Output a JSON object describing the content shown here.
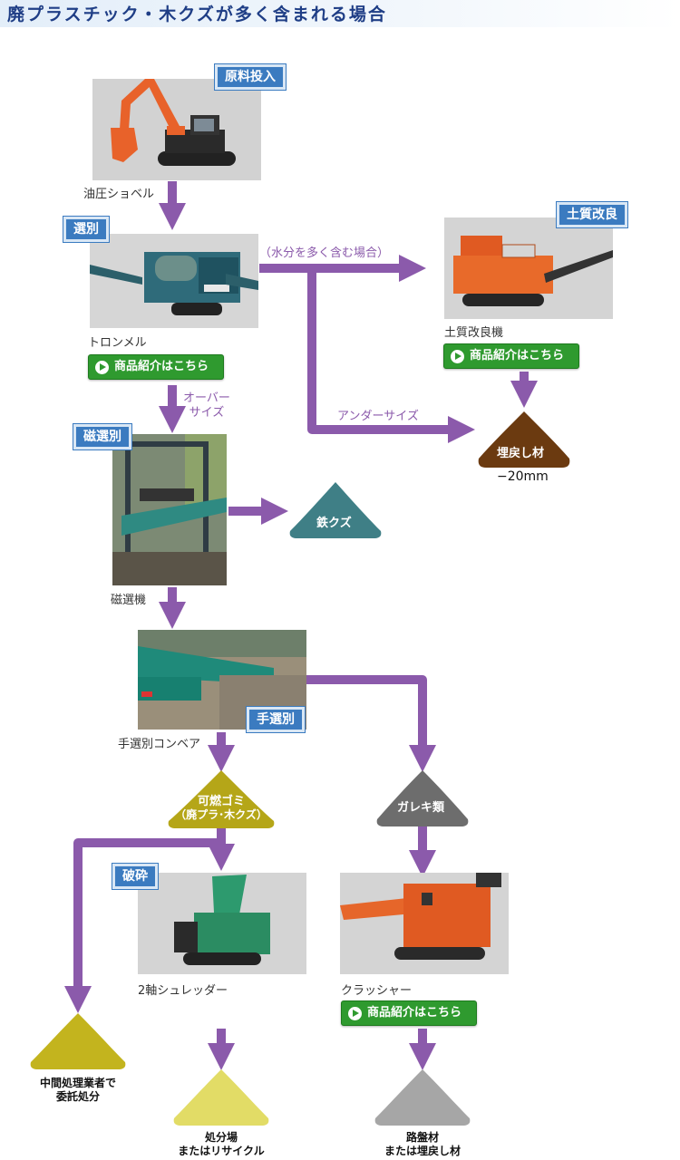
{
  "title": "廃プラスチック・木クズが多く含まれる場合",
  "tags": {
    "raw_input": "原料投入",
    "sorting": "選別",
    "soil_improve": "土質改良",
    "magnetic": "磁選別",
    "hand_sorting": "手選別",
    "crushing": "破砕"
  },
  "captions": {
    "excavator": "油圧ショベル",
    "trommel": "トロンメル",
    "soil_machine": "土質改良機",
    "magnet_machine": "磁選機",
    "conveyor": "手選別コンベア",
    "shredder": "2軸シュレッダー",
    "crusher": "クラッシャー"
  },
  "links": {
    "trommel": "商品紹介はこちら",
    "soil_machine": "商品紹介はこちら",
    "crusher": "商品紹介はこちら"
  },
  "flow_labels": {
    "high_moisture": "（水分を多く含む場合）",
    "oversize_line1": "オーバー",
    "oversize_line2": "サイズ",
    "undersize": "アンダーサイズ"
  },
  "outputs": {
    "backfill": "埋戻し材",
    "backfill_size": "−20mm",
    "iron": "鉄クズ",
    "combustible_line1": "可燃ゴミ",
    "combustible_line2": "（廃プラ･木クズ）",
    "rubble": "ガレキ類",
    "outsourced_line1": "中間処理業者で",
    "outsourced_line2": "委託処分",
    "landfill_line1": "処分場",
    "landfill_line2": "またはリサイクル",
    "roadbed_line1": "路盤材",
    "roadbed_line2": "または埋戻し材"
  },
  "colors": {
    "arrow": "#8b5aab",
    "tag": "#3b7bc0",
    "link": "#2f9a2f",
    "backfill": "#6b3a10",
    "iron": "#3f7f86",
    "combustible": "#b5a618",
    "rubble": "#6d6d6d",
    "outsourced": "#c3b41e",
    "landfill": "#e2dc66",
    "roadbed": "#a6a6a6"
  }
}
